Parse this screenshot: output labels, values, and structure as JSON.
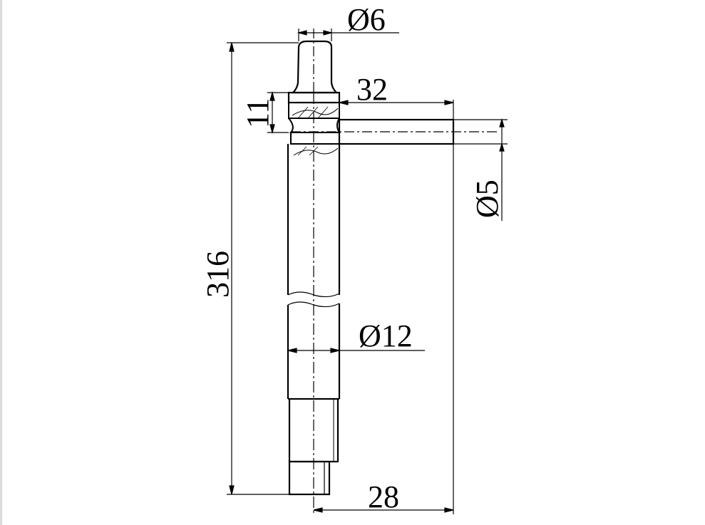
{
  "drawing": {
    "line_color": "#000000",
    "background": "#ffffff",
    "dimensions": {
      "pin_diameter": "Ø6",
      "handle_length": "32",
      "handle_offset": "11",
      "handle_diameter": "Ø5",
      "overall_length": "316",
      "shaft_diameter": "Ø12",
      "reach": "28"
    }
  }
}
